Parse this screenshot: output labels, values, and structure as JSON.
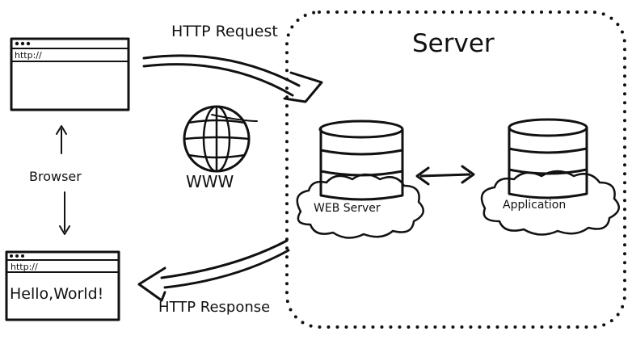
{
  "diagram": {
    "server_title": "Server",
    "http_request": "HTTP Request",
    "http_response": "HTTP Response",
    "www_label": "WWW",
    "browser_label": "Browser",
    "browser_top_address": "http://",
    "browser_bottom_address": "http://",
    "browser_bottom_content": "Hello,World!",
    "web_server_label": "WEB Server",
    "application_label": "Application"
  }
}
